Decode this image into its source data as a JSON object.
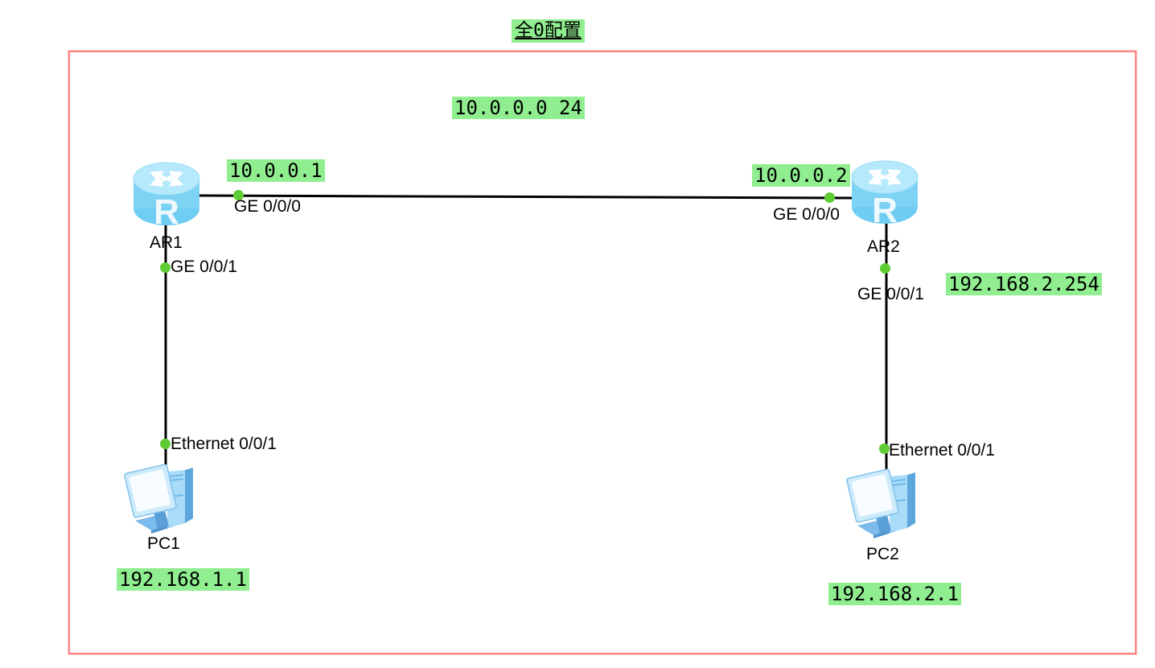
{
  "title": "全0配置",
  "annotations": {
    "segment_label": "10.0.0.0 24",
    "ar1_ge000_ip": "10.0.0.1",
    "ar2_ge000_ip": "10.0.0.2",
    "ar2_ge001_ip": "192.168.2.254",
    "pc1_ip": "192.168.1.1",
    "pc2_ip": "192.168.2.1"
  },
  "devices": {
    "ar1": {
      "name": "AR1",
      "type": "router",
      "if_link": "GE 0/0/0",
      "if_lan": "GE 0/0/1"
    },
    "ar2": {
      "name": "AR2",
      "type": "router",
      "if_link": "GE 0/0/0",
      "if_lan": "GE 0/0/1"
    },
    "pc1": {
      "name": "PC1",
      "type": "pc",
      "if_eth": "Ethernet 0/0/1"
    },
    "pc2": {
      "name": "PC2",
      "type": "pc",
      "if_eth": "Ethernet 0/0/1"
    }
  },
  "colors": {
    "annotation_highlight": "#90ee90",
    "port_dot": "#5fcc33",
    "frame_border": "#ff8585",
    "link_line": "#000000",
    "router_body": "#7ed2f4",
    "router_top": "#b5e9fb"
  }
}
